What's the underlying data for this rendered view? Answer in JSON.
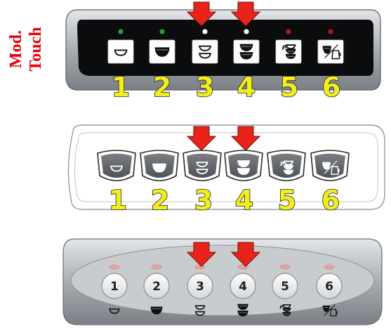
{
  "side_label": {
    "line1": "Mod.",
    "line2": "Touch"
  },
  "colors": {
    "label_red": "#e8000b",
    "arrow_red": "#e8241a",
    "number_yellow": "#f2ee1e",
    "led_green": "#2e9a3a",
    "led_white": "#ffffff",
    "led_red": "#b01818"
  },
  "panels": [
    {
      "id": "touch-dark-panel",
      "buttons": [
        {
          "number": "1",
          "icon": "single-small-cup-icon",
          "led": "green"
        },
        {
          "number": "2",
          "icon": "single-large-cup-icon",
          "led": "green"
        },
        {
          "number": "3",
          "icon": "double-small-cup-icon",
          "led": "white",
          "highlighted": true
        },
        {
          "number": "4",
          "icon": "double-large-cup-icon",
          "led": "white",
          "highlighted": true
        },
        {
          "number": "5",
          "icon": "programmable-cups-icon",
          "led": "red",
          "badge": "P"
        },
        {
          "number": "6",
          "icon": "cup-and-jug-icon",
          "led": "red"
        }
      ]
    },
    {
      "id": "outline-panel",
      "buttons": [
        {
          "number": "1",
          "icon": "single-small-cup-icon"
        },
        {
          "number": "2",
          "icon": "single-large-cup-icon"
        },
        {
          "number": "3",
          "icon": "double-small-cup-icon",
          "highlighted": true
        },
        {
          "number": "4",
          "icon": "double-large-cup-icon",
          "highlighted": true
        },
        {
          "number": "5",
          "icon": "programmable-cups-icon",
          "badge": "P"
        },
        {
          "number": "6",
          "icon": "cup-and-jug-icon"
        }
      ]
    },
    {
      "id": "round-button-panel",
      "buttons": [
        {
          "number": "1",
          "icon": "single-small-cup-icon"
        },
        {
          "number": "2",
          "icon": "single-large-cup-icon"
        },
        {
          "number": "3",
          "icon": "double-small-cup-icon",
          "highlighted": true
        },
        {
          "number": "4",
          "icon": "double-large-cup-icon",
          "highlighted": true
        },
        {
          "number": "5",
          "icon": "programmable-cups-icon",
          "badge": "P"
        },
        {
          "number": "6",
          "icon": "cup-and-jug-icon"
        }
      ]
    }
  ]
}
